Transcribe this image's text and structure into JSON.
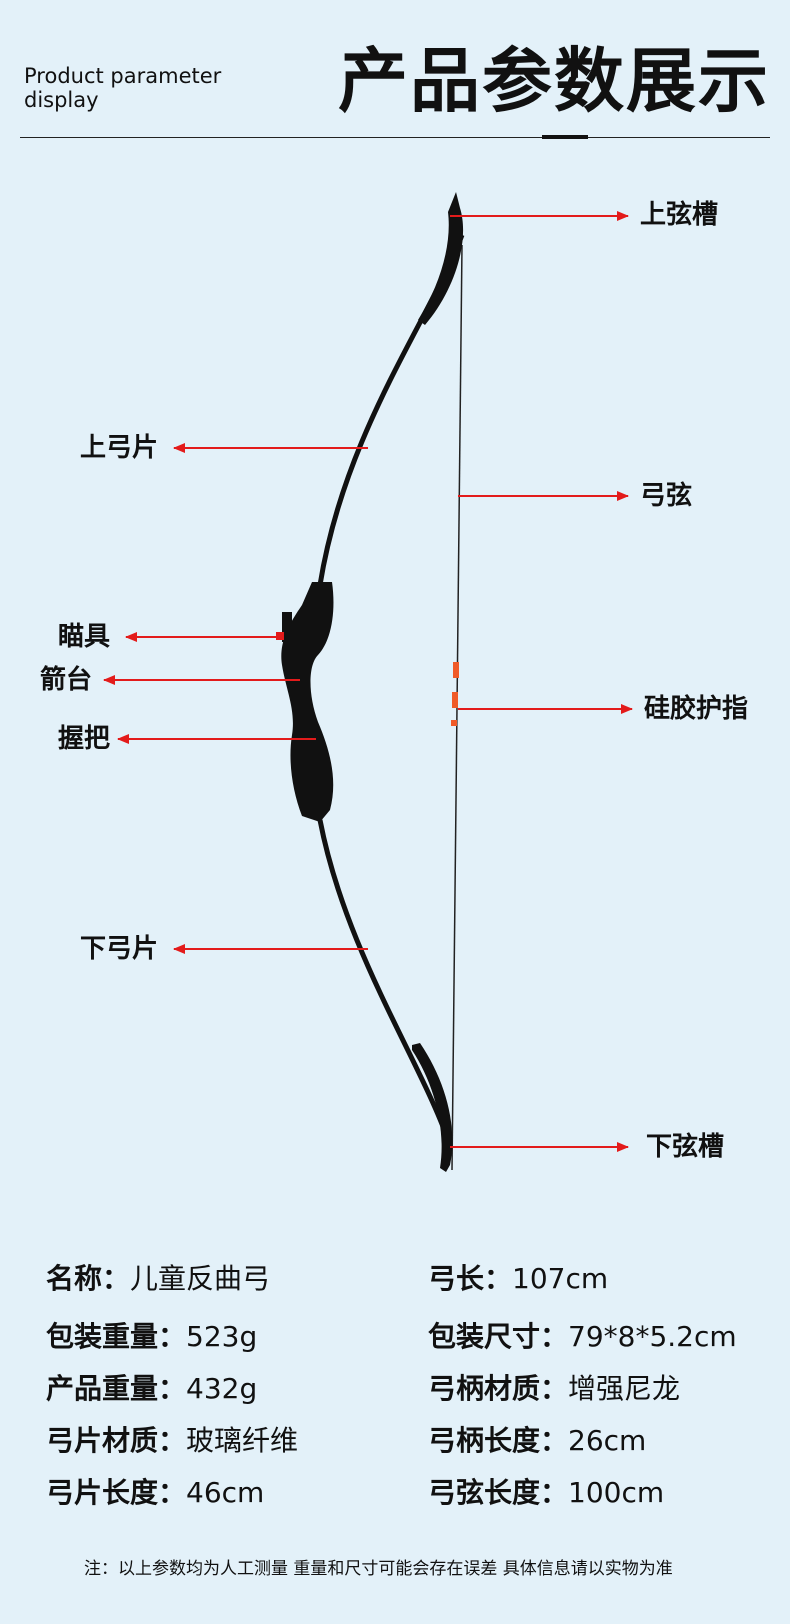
{
  "header": {
    "subtitle_line1": "Product parameter",
    "subtitle_line2": "display",
    "title": "产品参数展示"
  },
  "labels": {
    "upper_nock": "上弦槽",
    "upper_limb": "上弓片",
    "string": "弓弦",
    "sight": "瞄具",
    "arrow_rest": "箭台",
    "finger_guard": "硅胶护指",
    "grip": "握把",
    "lower_limb": "下弓片",
    "lower_nock": "下弦槽"
  },
  "colors": {
    "background": "#e3f1f9",
    "arrow": "#e31b1b",
    "bow": "#111111",
    "accent_orange": "#f05a28"
  },
  "specs": [
    {
      "key": "名称：",
      "value": "儿童反曲弓"
    },
    {
      "key": "弓长：",
      "value": "107cm"
    },
    {
      "key": "包装重量：",
      "value": "523g"
    },
    {
      "key": "包装尺寸：",
      "value": "79*8*5.2cm"
    },
    {
      "key": "产品重量：",
      "value": "432g"
    },
    {
      "key": "弓柄材质：",
      "value": "增强尼龙"
    },
    {
      "key": "弓片材质：",
      "value": "玻璃纤维"
    },
    {
      "key": "弓柄长度：",
      "value": "26cm"
    },
    {
      "key": "弓片长度：",
      "value": "46cm"
    },
    {
      "key": "弓弦长度：",
      "value": "100cm"
    }
  ],
  "note": "注：以上参数均为人工测量 重量和尺寸可能会存在误差 具体信息请以实物为准"
}
